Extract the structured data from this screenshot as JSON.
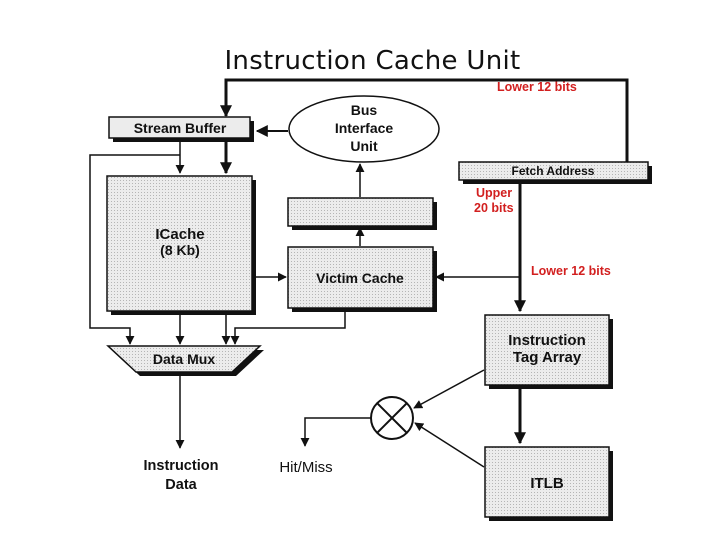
{
  "slide": {
    "title": "Instruction Cache Unit"
  },
  "diagram": {
    "stream_buffer": "Stream Buffer",
    "bus_interface_unit": [
      "Bus",
      "Interface",
      "Unit"
    ],
    "icache": [
      "ICache",
      "(8 Kb)"
    ],
    "victim_cache": "Victim Cache",
    "fetch_address": "Fetch Address",
    "data_mux": "Data Mux",
    "instruction_tag_array": [
      "Instruction",
      "Tag Array"
    ],
    "itlb": "ITLB",
    "instruction_data": [
      "Instruction",
      "Data"
    ],
    "hit_miss": "Hit/Miss",
    "lower_12_bits_top": "Lower 12 bits",
    "upper_20_bits": [
      "Upper",
      "20 bits"
    ],
    "lower_12_bits_right": "Lower 12 bits"
  },
  "colors": {
    "annotation_red": "#d21f1f",
    "stroke": "#111111",
    "box_fill": "#e6e6e6"
  }
}
